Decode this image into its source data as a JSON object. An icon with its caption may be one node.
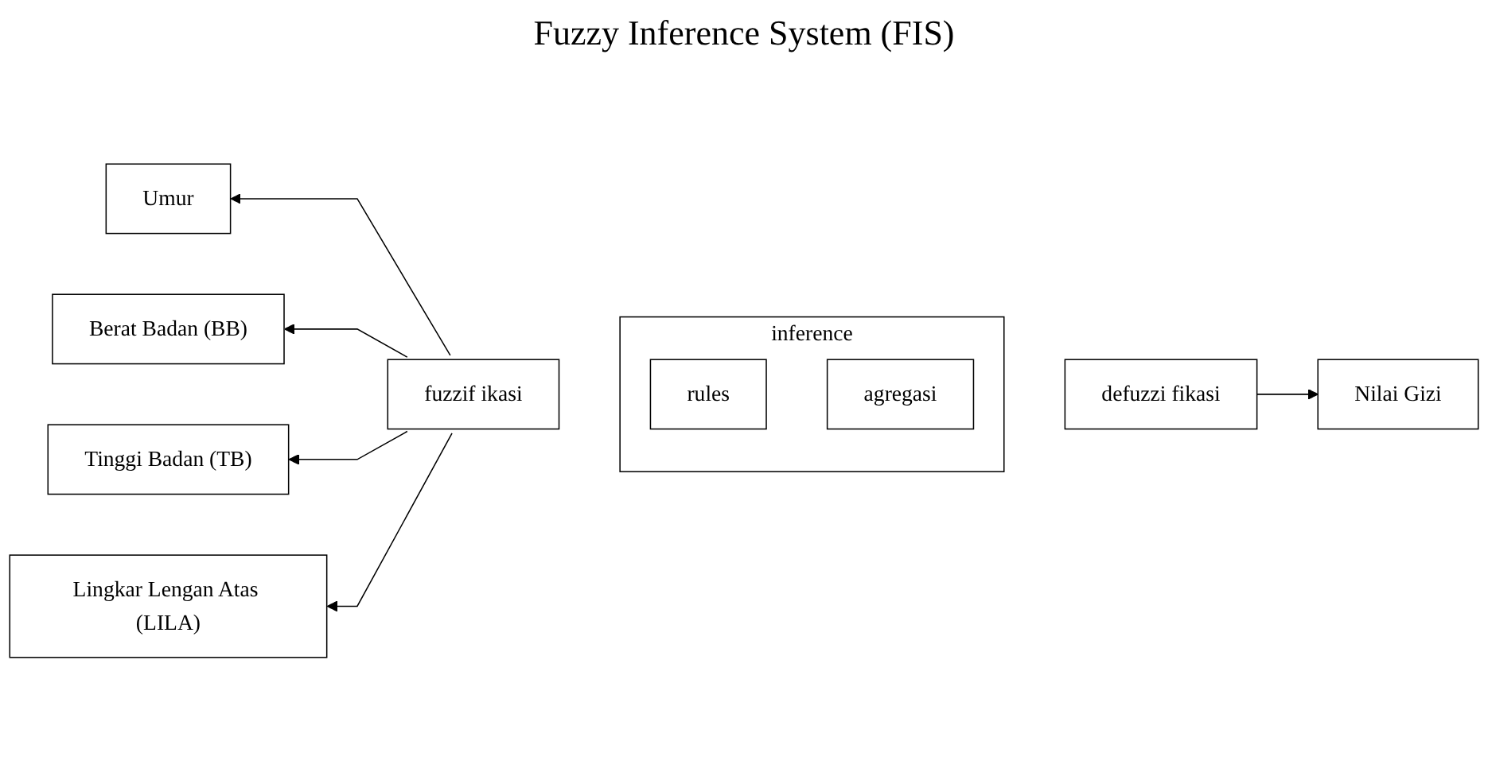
{
  "diagram": {
    "title": "Fuzzy Inference System (FIS)",
    "nodes": [
      {
        "text": [
          "Umur"
        ]
      },
      {
        "text": [
          "Berat Badan (BB)"
        ]
      },
      {
        "text": [
          "Tinggi Badan (TB)"
        ]
      },
      {
        "text": [
          "Lingkar Lengan Atas (LILA)"
        ]
      },
      {
        "text": [
          "fuzzif ikasi"
        ]
      },
      {
        "text": [
          "inference"
        ]
      },
      {
        "text": [
          "rules"
        ],
        "in": 5
      },
      {
        "text": [
          "agregasi"
        ],
        "in": 5
      },
      {
        "text": [
          "defuzzi fikasi"
        ]
      },
      {
        "text": [
          "Nilai Gizi"
        ]
      }
    ],
    "edges": [
      {
        "from": 4,
        "to": 0,
        "arrow": "to"
      },
      {
        "from": 4,
        "to": 1,
        "arrow": "to"
      },
      {
        "from": 4,
        "to": 2,
        "arrow": "to"
      },
      {
        "from": 4,
        "to": 3,
        "arrow": "to"
      },
      {
        "from": 8,
        "to": 9,
        "arrow": "to"
      }
    ]
  }
}
